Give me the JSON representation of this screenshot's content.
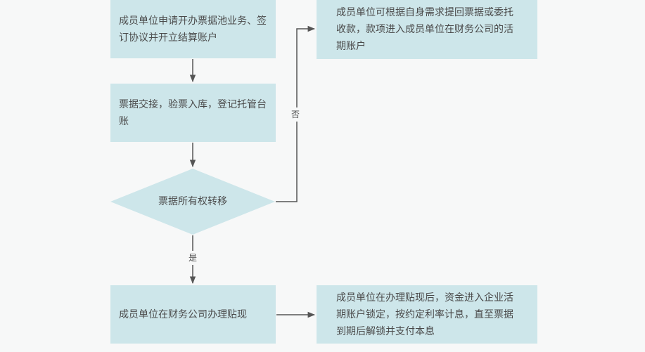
{
  "steps": {
    "apply": "成员单位申请开办票据池业务、签订协议并开立结算账户",
    "handover": "票据交接，验票入库，登记托管台账",
    "decision": "票据所有权转移",
    "discount": "成员单位在财务公司办理贴现",
    "no_result": "成员单位可根据自身需求提回票据或委托收款，款项进入成员单位在财务公司的活期账户",
    "yes_result": "成员单位在办理贴现后，资金进入企业活期账户锁定，按约定利率计息，直至票据到期后解锁并支付本息"
  },
  "edges": {
    "no": "否",
    "yes": "是"
  },
  "colors": {
    "box_fill": "#cde6ea",
    "arrow": "#555555",
    "background": "#f7f8f8"
  }
}
